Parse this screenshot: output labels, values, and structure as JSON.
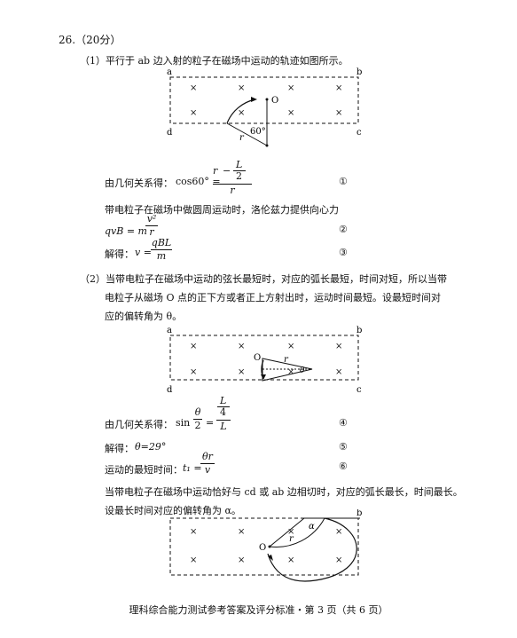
{
  "header": {
    "q_no": "26.",
    "score": "（20分）"
  },
  "part1": {
    "intro": "（1）平行于 ab 边入射的粒子在磁场中运动的轨迹如图所示。",
    "fig_labels": {
      "a": "a",
      "b": "b",
      "c": "c",
      "d": "d",
      "o": "O",
      "r": "r",
      "angle": "60°"
    },
    "geo_label": "由几何关系得：",
    "eq1_lhs": "cos60° =",
    "eq1_num_r": "r",
    "eq1_num_minus": "−",
    "eq1_num_L": "L",
    "eq1_num_2": "2",
    "eq1_den": "r",
    "m1": "①",
    "lorentz": "带电粒子在磁场中做圆周运动时，洛伦兹力提供向心力",
    "eq2_lhs": "qvB = m",
    "eq2_num": "v²",
    "eq2_den": "r",
    "m2": "②",
    "solve_label": "解得：",
    "eq3_lhs": "v =",
    "eq3_num": "qBL",
    "eq3_den": "m",
    "m3": "③"
  },
  "part2": {
    "line1": "（2）当带电粒子在磁场中运动的弦长最短时，对应的弧长最短，时间对短，所以当带",
    "line2": "电粒子从磁场 O 点的正下方或者正上方射出时，运动时间最短。设最短时间对",
    "line3": "应的偏转角为 θ。",
    "fig_labels": {
      "a": "a",
      "b": "b",
      "c": "c",
      "d": "d",
      "o": "O",
      "r": "r",
      "theta": "θ"
    },
    "geo_label": "由几何关系得：",
    "eq4_lhs": "sin",
    "eq4_th_num": "θ",
    "eq4_th_den": "2",
    "eq4_eq": "=",
    "eq4_num_L": "L",
    "eq4_num_4": "4",
    "eq4_den": "L",
    "m4": "④",
    "solve_label": "解得：",
    "eq5": "θ=29°",
    "m5": "⑤",
    "tmin_label": "运动的最短时间：",
    "eq6_lhs": "t₁ =",
    "eq6_num": "θr",
    "eq6_den": "v",
    "m6": "⑥",
    "line4": "当带电粒子在磁场中运动恰好与 cd 或 ab 边相切时，对应的弧长最长，时间最长。",
    "line5": "设最长时间对应的偏转角为 α。",
    "fig3_labels": {
      "b": "b",
      "o": "O",
      "r": "r",
      "alpha": "α"
    }
  },
  "footer": "理科综合能力测试参考答案及评分标准・第 3 页（共 6 页）"
}
